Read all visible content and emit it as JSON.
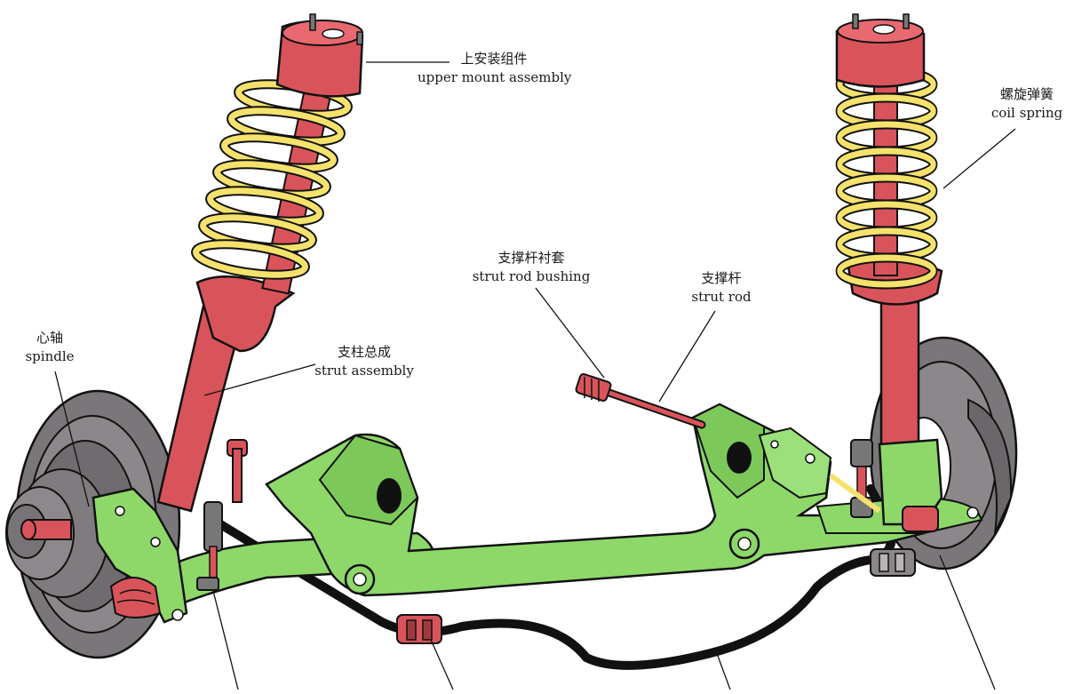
{
  "diagram": {
    "labels": {
      "upper_mount": {
        "zh": "上安装组件",
        "en": "upper mount assembly"
      },
      "coil_spring": {
        "zh": "螺旋弹簧",
        "en": "coil spring"
      },
      "strut_rod_bushing": {
        "zh": "支撑杆衬套",
        "en": "strut rod bushing"
      },
      "strut_rod": {
        "zh": "支撑杆",
        "en": "strut rod"
      },
      "spindle": {
        "zh": "心轴",
        "en": "spindle"
      },
      "strut_assembly": {
        "zh": "支柱总成",
        "en": "strut assembly"
      }
    },
    "colors": {
      "strut": "#d9545a",
      "spring": "#f4e26c",
      "subframe": "#8ed86a",
      "rotor": "#7a767a",
      "stabilizer_bar": "#1a1a1a",
      "outline": "#111111"
    }
  }
}
